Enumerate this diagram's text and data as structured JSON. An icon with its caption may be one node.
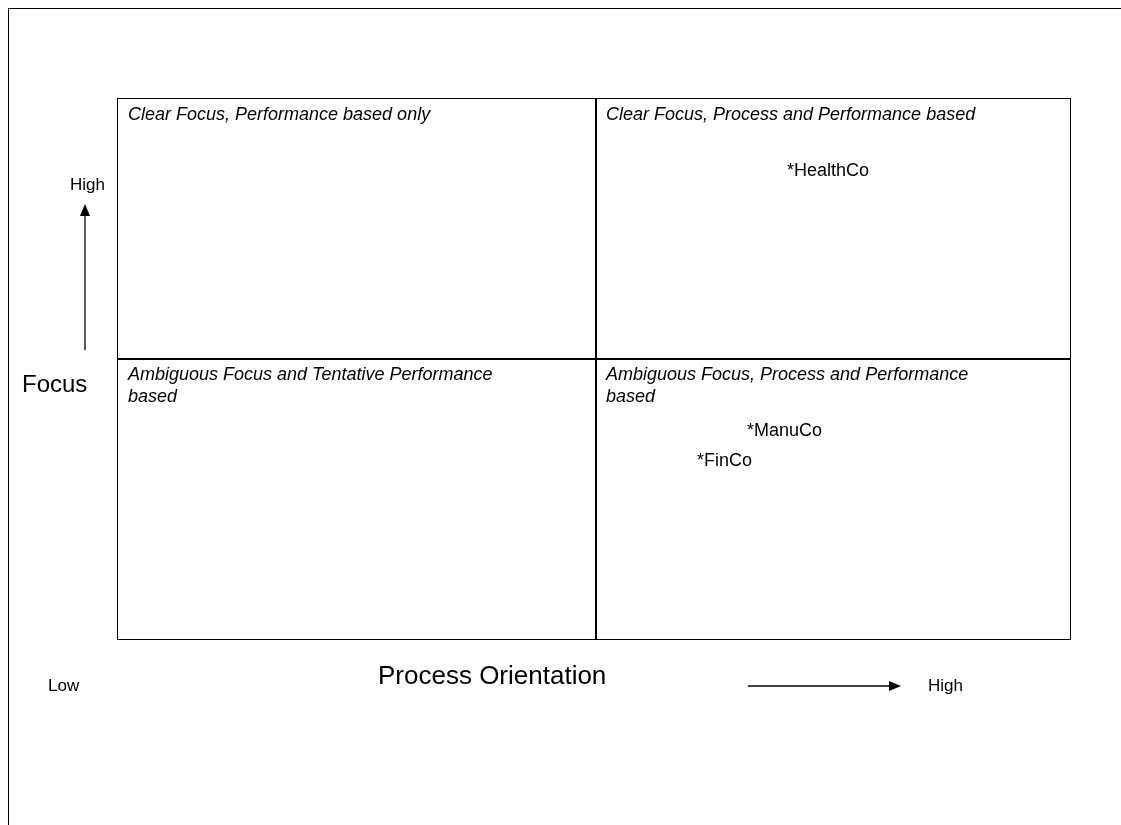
{
  "diagram": {
    "nodes": [
      {
        "text": [
          "Clear Focus, Performance based only"
        ]
      },
      {
        "text": [
          "Clear Focus, Process and Performance based",
          "*HealthCo"
        ]
      },
      {
        "text": [
          "Ambiguous Focus and Tentative Performance based"
        ]
      },
      {
        "text": [
          "Ambiguous Focus, Process and Performance based",
          "*ManuCo",
          "*FinCo"
        ]
      }
    ],
    "edges": [],
    "labels": [
      "High",
      "Focus",
      "Low",
      "Process Orientation",
      "High"
    ]
  }
}
